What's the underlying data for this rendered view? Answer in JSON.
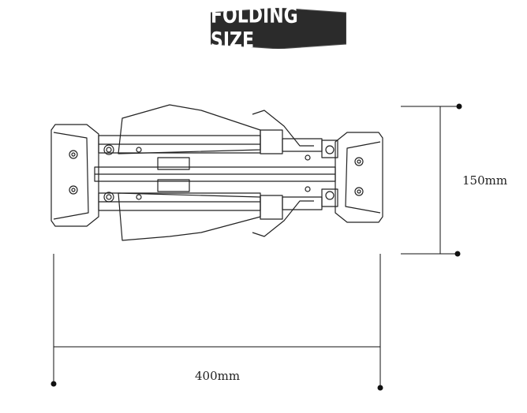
{
  "badge": {
    "title": "FOLDING SIZE",
    "bg_color": "#2b2b2b",
    "text_color": "#ffffff"
  },
  "dimensions": {
    "height_label": "150mm",
    "width_label": "400mm",
    "line_color": "#111111"
  },
  "figure": {
    "subject": "folded-tripod-stand",
    "stroke_color": "#222222"
  }
}
